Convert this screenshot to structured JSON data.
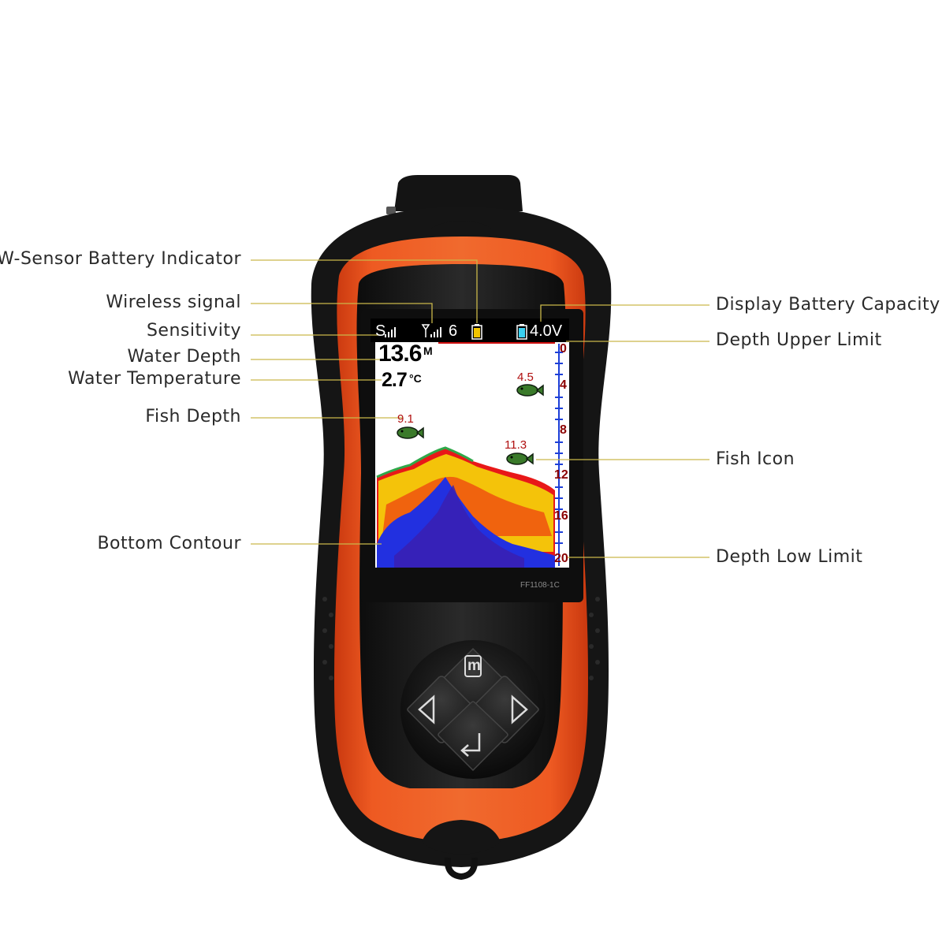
{
  "labels": {
    "w_sensor_battery": "W-Sensor Battery Indicator",
    "wireless_signal": "Wireless signal",
    "sensitivity": "Sensitivity",
    "water_depth": "Water Depth",
    "water_temperature": "Water Temperature",
    "fish_depth": "Fish Depth",
    "bottom_contour": "Bottom Contour",
    "display_battery": "Display Battery Capacity",
    "depth_upper_limit": "Depth Upper Limit",
    "fish_icon": "Fish Icon",
    "depth_low_limit": "Depth Low Limit"
  },
  "screen": {
    "sensitivity_letter": "S",
    "signal_number": "6",
    "battery_voltage": "4.0V",
    "water_depth_value": "13.6",
    "water_depth_unit": "M",
    "water_temp_value": "2.7",
    "water_temp_unit": "°C",
    "fish": [
      {
        "depth": "4.5"
      },
      {
        "depth": "9.1"
      },
      {
        "depth": "11.3"
      }
    ],
    "depth_scale": [
      "0",
      "4",
      "8",
      "12",
      "16",
      "20"
    ]
  },
  "device": {
    "model": "FF1108-1C",
    "buttons": {
      "menu": "m"
    }
  },
  "colors": {
    "body_orange": "#e8501c",
    "body_black": "#1c1c1c",
    "leader_line": "#c9b74a",
    "scale_blue": "#1d3fd8",
    "depth_tick": "#8b0000"
  }
}
